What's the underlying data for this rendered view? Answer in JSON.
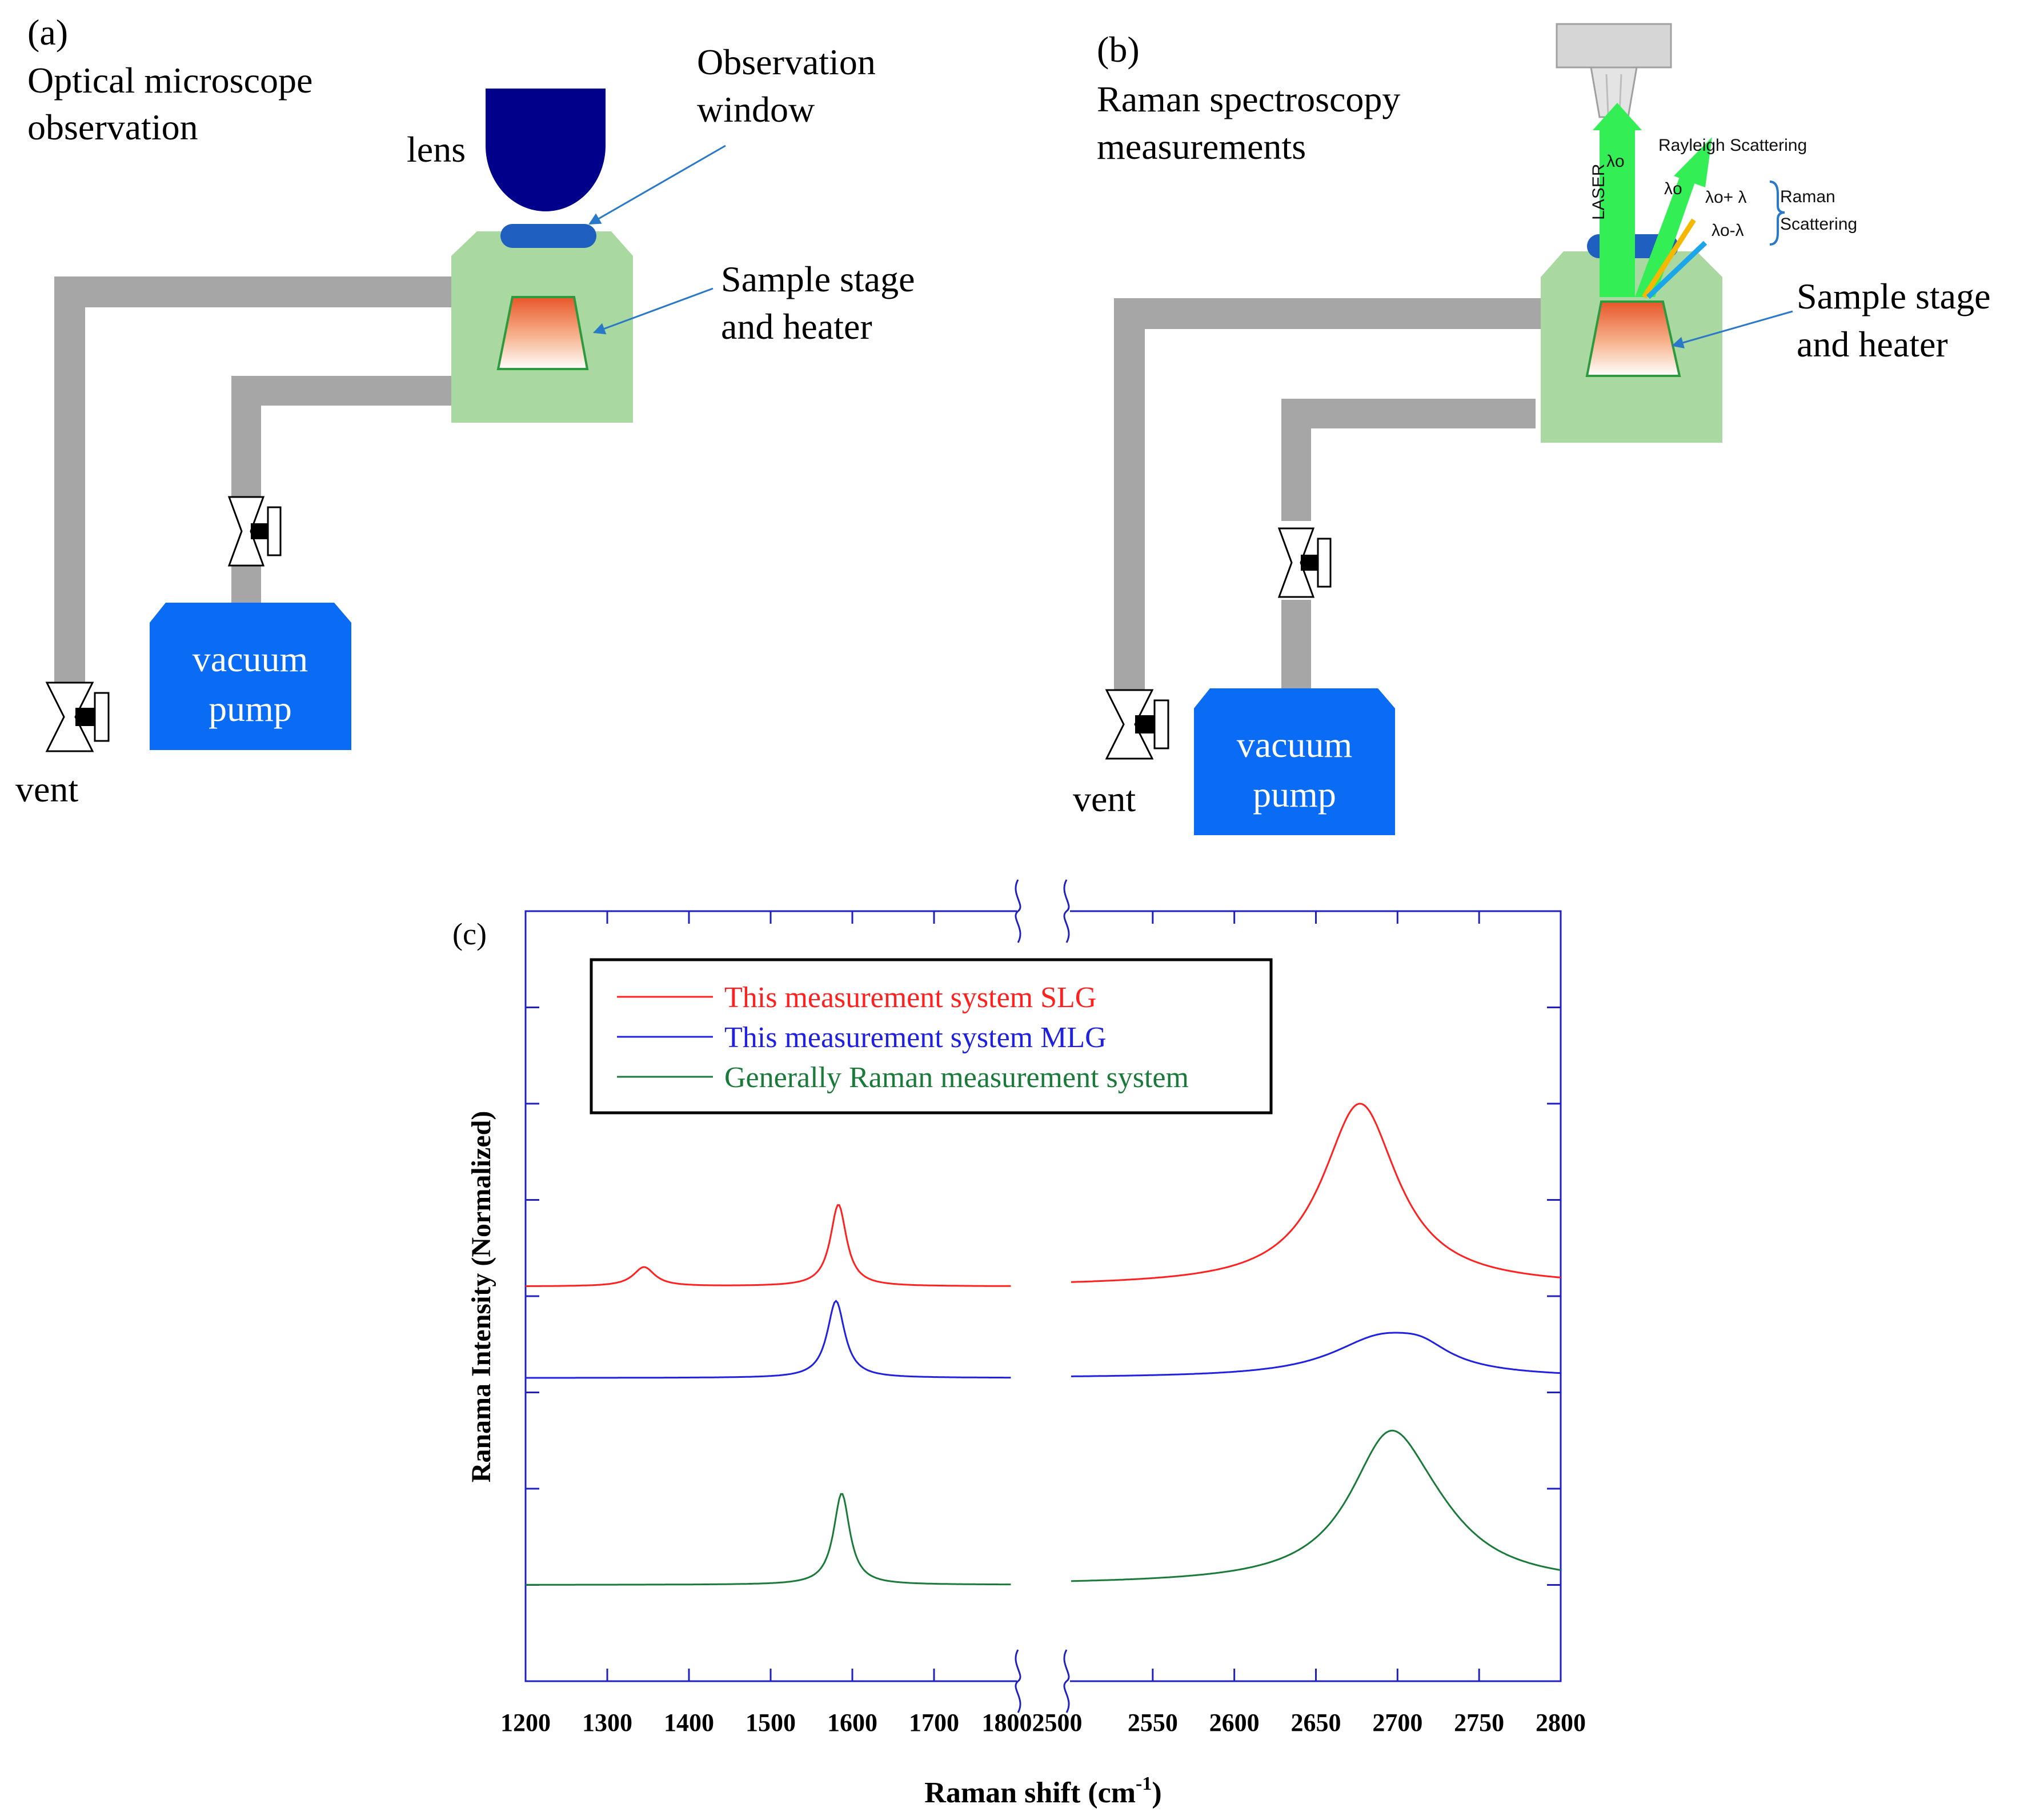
{
  "panel_a": {
    "tag": "(a)",
    "title_line1": "Optical microscope",
    "title_line2": "observation",
    "lens": "lens",
    "window_line1": "Observation",
    "window_line2": "window",
    "stage_line1": "Sample stage",
    "stage_line2": "and heater",
    "pump_line1": "vacuum",
    "pump_line2": "pump",
    "vent": "vent"
  },
  "panel_b": {
    "tag": "(b)",
    "title_line1": "Raman spectroscopy",
    "title_line2": "measurements",
    "laser": "LASER",
    "lambda0": "λo",
    "rayleigh": "Rayleigh Scattering",
    "plus": "λo+ λ",
    "minus": "λo-λ",
    "raman_line1": "Raman",
    "raman_line2": "Scattering",
    "stage_line1": "Sample stage",
    "stage_line2": "and heater",
    "pump_line1": "vacuum",
    "pump_line2": "pump",
    "vent": "vent"
  },
  "colors": {
    "pipe": "#a6a6a6",
    "chamber": "#a9d8a0",
    "lens": "#00008b",
    "window": "#1f5fbf",
    "pump": "#0a6cf5",
    "laser": "#33ee55",
    "arrow": "#2a78c8",
    "slg": "#ff2020",
    "mlg": "#2020e0",
    "gen": "#1a7a3a",
    "axis": "#2020c0"
  },
  "chart_data": {
    "type": "line",
    "panel_tag": "(c)",
    "xlabel": "Raman shift (cm-1)",
    "xlabel_main": "Raman shift (cm",
    "xlabel_sup": "-1",
    "xlabel_close": ")",
    "ylabel": "Ranama Intensity (Normalized)",
    "x_break": [
      1800,
      2500
    ],
    "x_segments": [
      [
        1200,
        1800
      ],
      [
        2500,
        2800
      ]
    ],
    "x_ticks_left": [
      "1200",
      "1300",
      "1400",
      "1500",
      "1600",
      "1700"
    ],
    "x_tick_break": "18002500",
    "x_ticks_right": [
      "2550",
      "2600",
      "2650",
      "2700",
      "2750",
      "2800"
    ],
    "ylim": [
      0,
      8
    ],
    "y_ticks_visible": false,
    "legend_placement": "top-left",
    "series": [
      {
        "name": "This measurement system SLG",
        "color": "#ff2020",
        "baseline": 4.1,
        "peaks": [
          {
            "x": 1345,
            "height": 0.2,
            "width": 16
          },
          {
            "x": 1583,
            "height": 0.85,
            "width": 12
          },
          {
            "x": 2677,
            "height": 1.9,
            "width": 28
          }
        ]
      },
      {
        "name": "This measurement system MLG",
        "color": "#2020e0",
        "baseline": 3.15,
        "peaks": [
          {
            "x": 1580,
            "height": 0.8,
            "width": 13
          },
          {
            "x": 2690,
            "height": 0.4,
            "width": 38
          },
          {
            "x": 2715,
            "height": 0.15,
            "width": 20
          }
        ]
      },
      {
        "name": "Generally Raman measurement system",
        "color": "#1a7a3a",
        "baseline": 1.0,
        "peaks": [
          {
            "x": 1587,
            "height": 0.95,
            "width": 12
          },
          {
            "x": 2695,
            "height": 1.4,
            "width": 30
          },
          {
            "x": 2720,
            "height": 0.3,
            "width": 35
          }
        ]
      }
    ]
  }
}
